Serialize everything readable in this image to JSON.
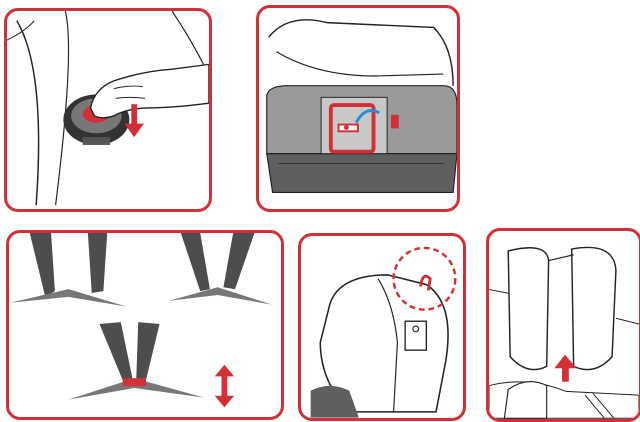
{
  "colors": {
    "accent": "#d32f36",
    "seat_dark": "#5a5a5a",
    "seat_mid": "#9a9a9a",
    "seat_light": "#c8c8c8",
    "line": "#222222"
  },
  "panels": [
    {
      "id": "p1",
      "content": "hand-pressing-red-button",
      "arrow": "arrow-down-icon"
    },
    {
      "id": "p2",
      "content": "seat-base-with-red-latch-detail",
      "arrow": "curved-arrow-icon"
    },
    {
      "id": "p3",
      "content": "harness-strap-adjustment",
      "arrow": "double-arrow-vertical-icon"
    },
    {
      "id": "p4",
      "content": "seat-back-with-highlighted-hook",
      "arrow": "dashed-circle-highlight"
    },
    {
      "id": "p5",
      "content": "headrest-raising",
      "arrow": "arrow-up-icon"
    }
  ]
}
